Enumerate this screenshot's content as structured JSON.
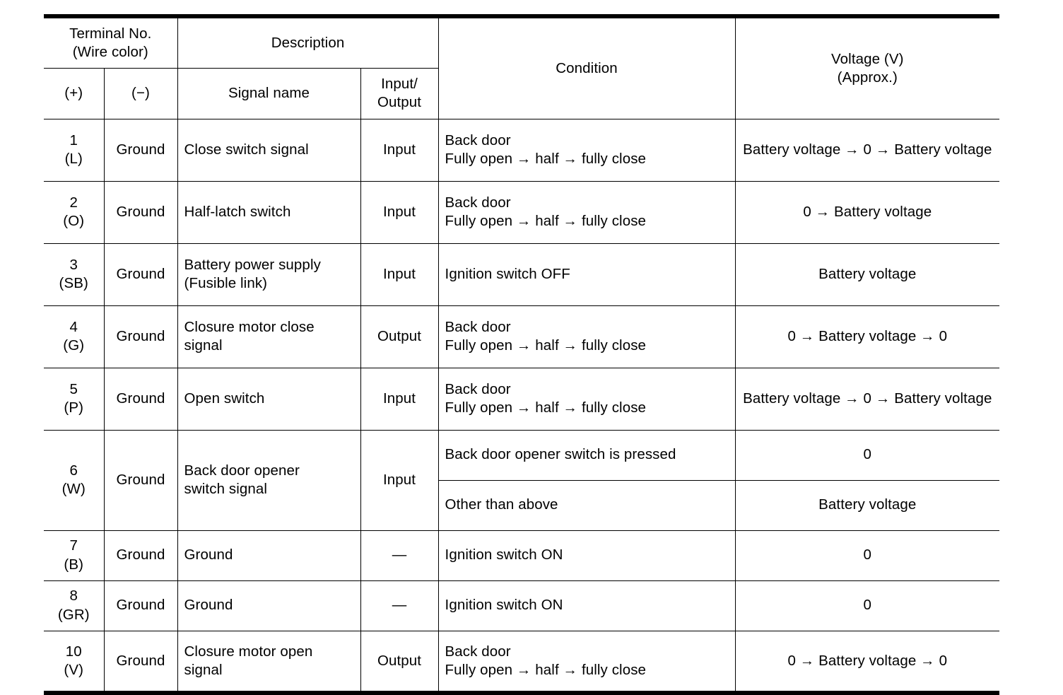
{
  "table": {
    "headers": {
      "terminal_no": "Terminal No.",
      "wire_color": "(Wire color)",
      "description": "Description",
      "plus": "(+)",
      "minus": "(−)",
      "signal_name": "Signal name",
      "input_output_l1": "Input/",
      "input_output_l2": "Output",
      "condition": "Condition",
      "voltage_l1": "Voltage (V)",
      "voltage_l2": "(Approx.)"
    },
    "rows": [
      {
        "terminal": "1",
        "wire_color": "(L)",
        "ground": "Ground",
        "signal_name": "Close switch signal",
        "io": "Input",
        "conditions": [
          {
            "condition_l1": "Back door",
            "condition_l2": "Fully open → half → fully close",
            "voltage": "Battery voltage → 0 → Battery voltage"
          }
        ]
      },
      {
        "terminal": "2",
        "wire_color": "(O)",
        "ground": "Ground",
        "signal_name": "Half-latch switch",
        "io": "Input",
        "conditions": [
          {
            "condition_l1": "Back door",
            "condition_l2": "Fully open → half → fully close",
            "voltage": "0 → Battery voltage"
          }
        ]
      },
      {
        "terminal": "3",
        "wire_color": "(SB)",
        "ground": "Ground",
        "signal_name_l1": "Battery power supply",
        "signal_name_l2": "(Fusible link)",
        "io": "Input",
        "conditions": [
          {
            "condition_l1": "Ignition switch OFF",
            "condition_l2": "",
            "voltage": "Battery voltage"
          }
        ]
      },
      {
        "terminal": "4",
        "wire_color": "(G)",
        "ground": "Ground",
        "signal_name_l1": "Closure motor close",
        "signal_name_l2": "signal",
        "io": "Output",
        "conditions": [
          {
            "condition_l1": "Back door",
            "condition_l2": "Fully open → half → fully close",
            "voltage": "0 → Battery voltage → 0"
          }
        ]
      },
      {
        "terminal": "5",
        "wire_color": "(P)",
        "ground": "Ground",
        "signal_name": "Open switch",
        "io": "Input",
        "conditions": [
          {
            "condition_l1": "Back door",
            "condition_l2": "Fully open → half → fully close",
            "voltage": "Battery voltage → 0 → Battery voltage"
          }
        ]
      },
      {
        "terminal": "6",
        "wire_color": "(W)",
        "ground": "Ground",
        "signal_name_l1": "Back door opener",
        "signal_name_l2": "switch signal",
        "io": "Input",
        "conditions": [
          {
            "condition_l1": "Back door opener switch is pressed",
            "condition_l2": "",
            "voltage": "0"
          },
          {
            "condition_l1": "Other than above",
            "condition_l2": "",
            "voltage": "Battery voltage"
          }
        ]
      },
      {
        "terminal": "7",
        "wire_color": "(B)",
        "ground": "Ground",
        "signal_name": "Ground",
        "io": "—",
        "conditions": [
          {
            "condition_l1": "Ignition switch ON",
            "condition_l2": "",
            "voltage": "0"
          }
        ]
      },
      {
        "terminal": "8",
        "wire_color": "(GR)",
        "ground": "Ground",
        "signal_name": "Ground",
        "io": "—",
        "conditions": [
          {
            "condition_l1": "Ignition switch ON",
            "condition_l2": "",
            "voltage": "0"
          }
        ]
      },
      {
        "terminal": "10",
        "wire_color": "(V)",
        "ground": "Ground",
        "signal_name_l1": "Closure motor open",
        "signal_name_l2": "signal",
        "io": "Output",
        "conditions": [
          {
            "condition_l1": "Back door",
            "condition_l2": "Fully open → half → fully close",
            "voltage": "0 → Battery voltage → 0"
          }
        ]
      }
    ]
  }
}
